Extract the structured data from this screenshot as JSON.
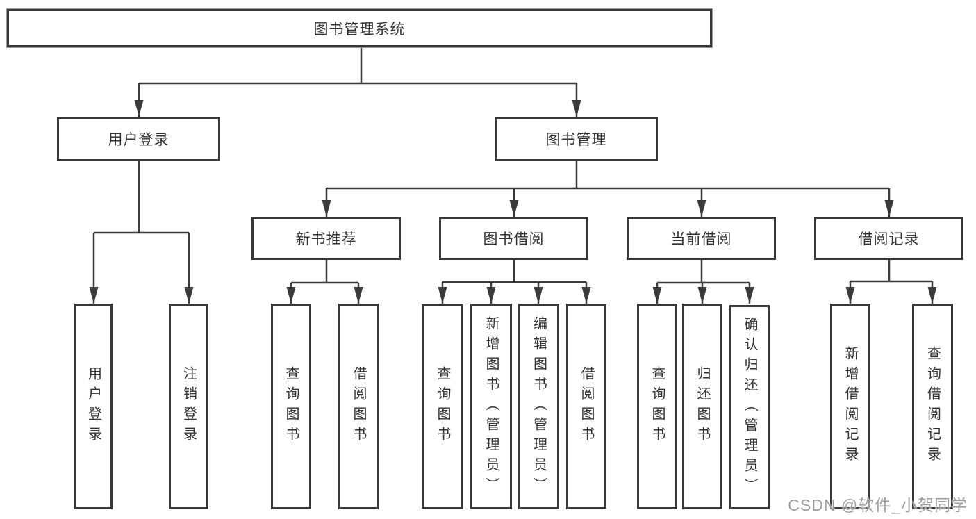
{
  "diagram": {
    "root": {
      "label": "图书管理系统"
    },
    "branches": [
      {
        "label": "用户登录",
        "children": [
          {
            "label": "用户登录"
          },
          {
            "label": "注销登录"
          }
        ]
      },
      {
        "label": "图书管理",
        "children": [
          {
            "label": "新书推荐",
            "children": [
              {
                "label": "查询图书"
              },
              {
                "label": "借阅图书"
              }
            ]
          },
          {
            "label": "图书借阅",
            "children": [
              {
                "label": "查询图书"
              },
              {
                "label": "新增图书（管理员）"
              },
              {
                "label": "编辑图书（管理员）"
              },
              {
                "label": "借阅图书"
              }
            ]
          },
          {
            "label": "当前借阅",
            "children": [
              {
                "label": "查询图书"
              },
              {
                "label": "归还图书"
              },
              {
                "label": "确认归还（管理员）"
              }
            ]
          },
          {
            "label": "借阅记录",
            "children": [
              {
                "label": "新增借阅记录"
              },
              {
                "label": "查询借阅记录"
              }
            ]
          }
        ]
      }
    ]
  },
  "watermark": {
    "text": "CSDN @软件_小贺同学"
  },
  "colors": {
    "line": "#3a3a3a",
    "box_border": "#383838",
    "text": "#333333",
    "background": "#ffffff",
    "watermark_text": "#9e9e9e"
  }
}
